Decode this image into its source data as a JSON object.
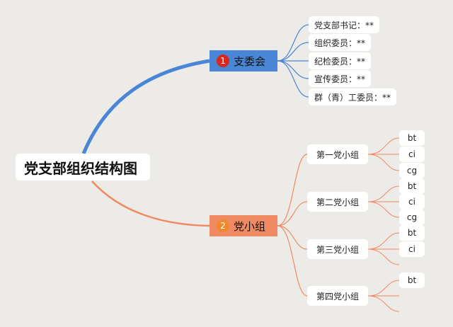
{
  "root": {
    "title": "党支部组织结构图"
  },
  "branches": [
    {
      "badge": "1",
      "label": "支委会",
      "members": [
        "党支部书记：**",
        "组织委员：**",
        "纪检委员：**",
        "宣传委员：**",
        "群（青）工委员：**"
      ]
    },
    {
      "badge": "2",
      "label": "党小组",
      "groups": [
        {
          "label": "第一党小组",
          "subs": [
            "bt",
            "ci",
            "cg"
          ]
        },
        {
          "label": "第二党小组",
          "subs": [
            "bt",
            "ci",
            "cg"
          ]
        },
        {
          "label": "第三党小组",
          "subs": [
            "bt",
            "ci"
          ]
        },
        {
          "label": "第四党小组",
          "subs": [
            "bt"
          ]
        }
      ]
    }
  ],
  "colors": {
    "background": "#ecebe7",
    "branch1": "#4a86d6",
    "branch2": "#ef8a62",
    "badge1": "#d9281e",
    "badge2": "#f08a2c"
  }
}
